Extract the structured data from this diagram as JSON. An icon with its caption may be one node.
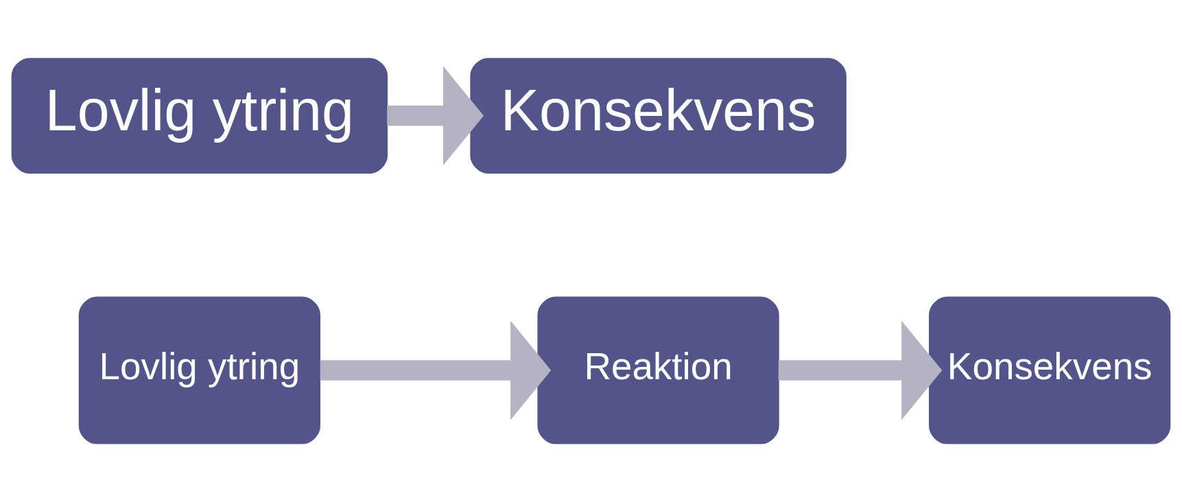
{
  "diagram": {
    "nodes": [
      {
        "text": [
          "Lovlig ytring"
        ]
      },
      {
        "text": [
          "Konsekvens"
        ]
      },
      {
        "text": [
          "Lovlig ytring"
        ]
      },
      {
        "text": [
          "Reaktion"
        ]
      },
      {
        "text": [
          "Konsekvens"
        ]
      }
    ],
    "edges": [
      {
        "from": 0,
        "to": 1,
        "arrow": "to"
      },
      {
        "from": 2,
        "to": 3,
        "arrow": "to"
      },
      {
        "from": 3,
        "to": 4,
        "arrow": "to"
      }
    ]
  }
}
